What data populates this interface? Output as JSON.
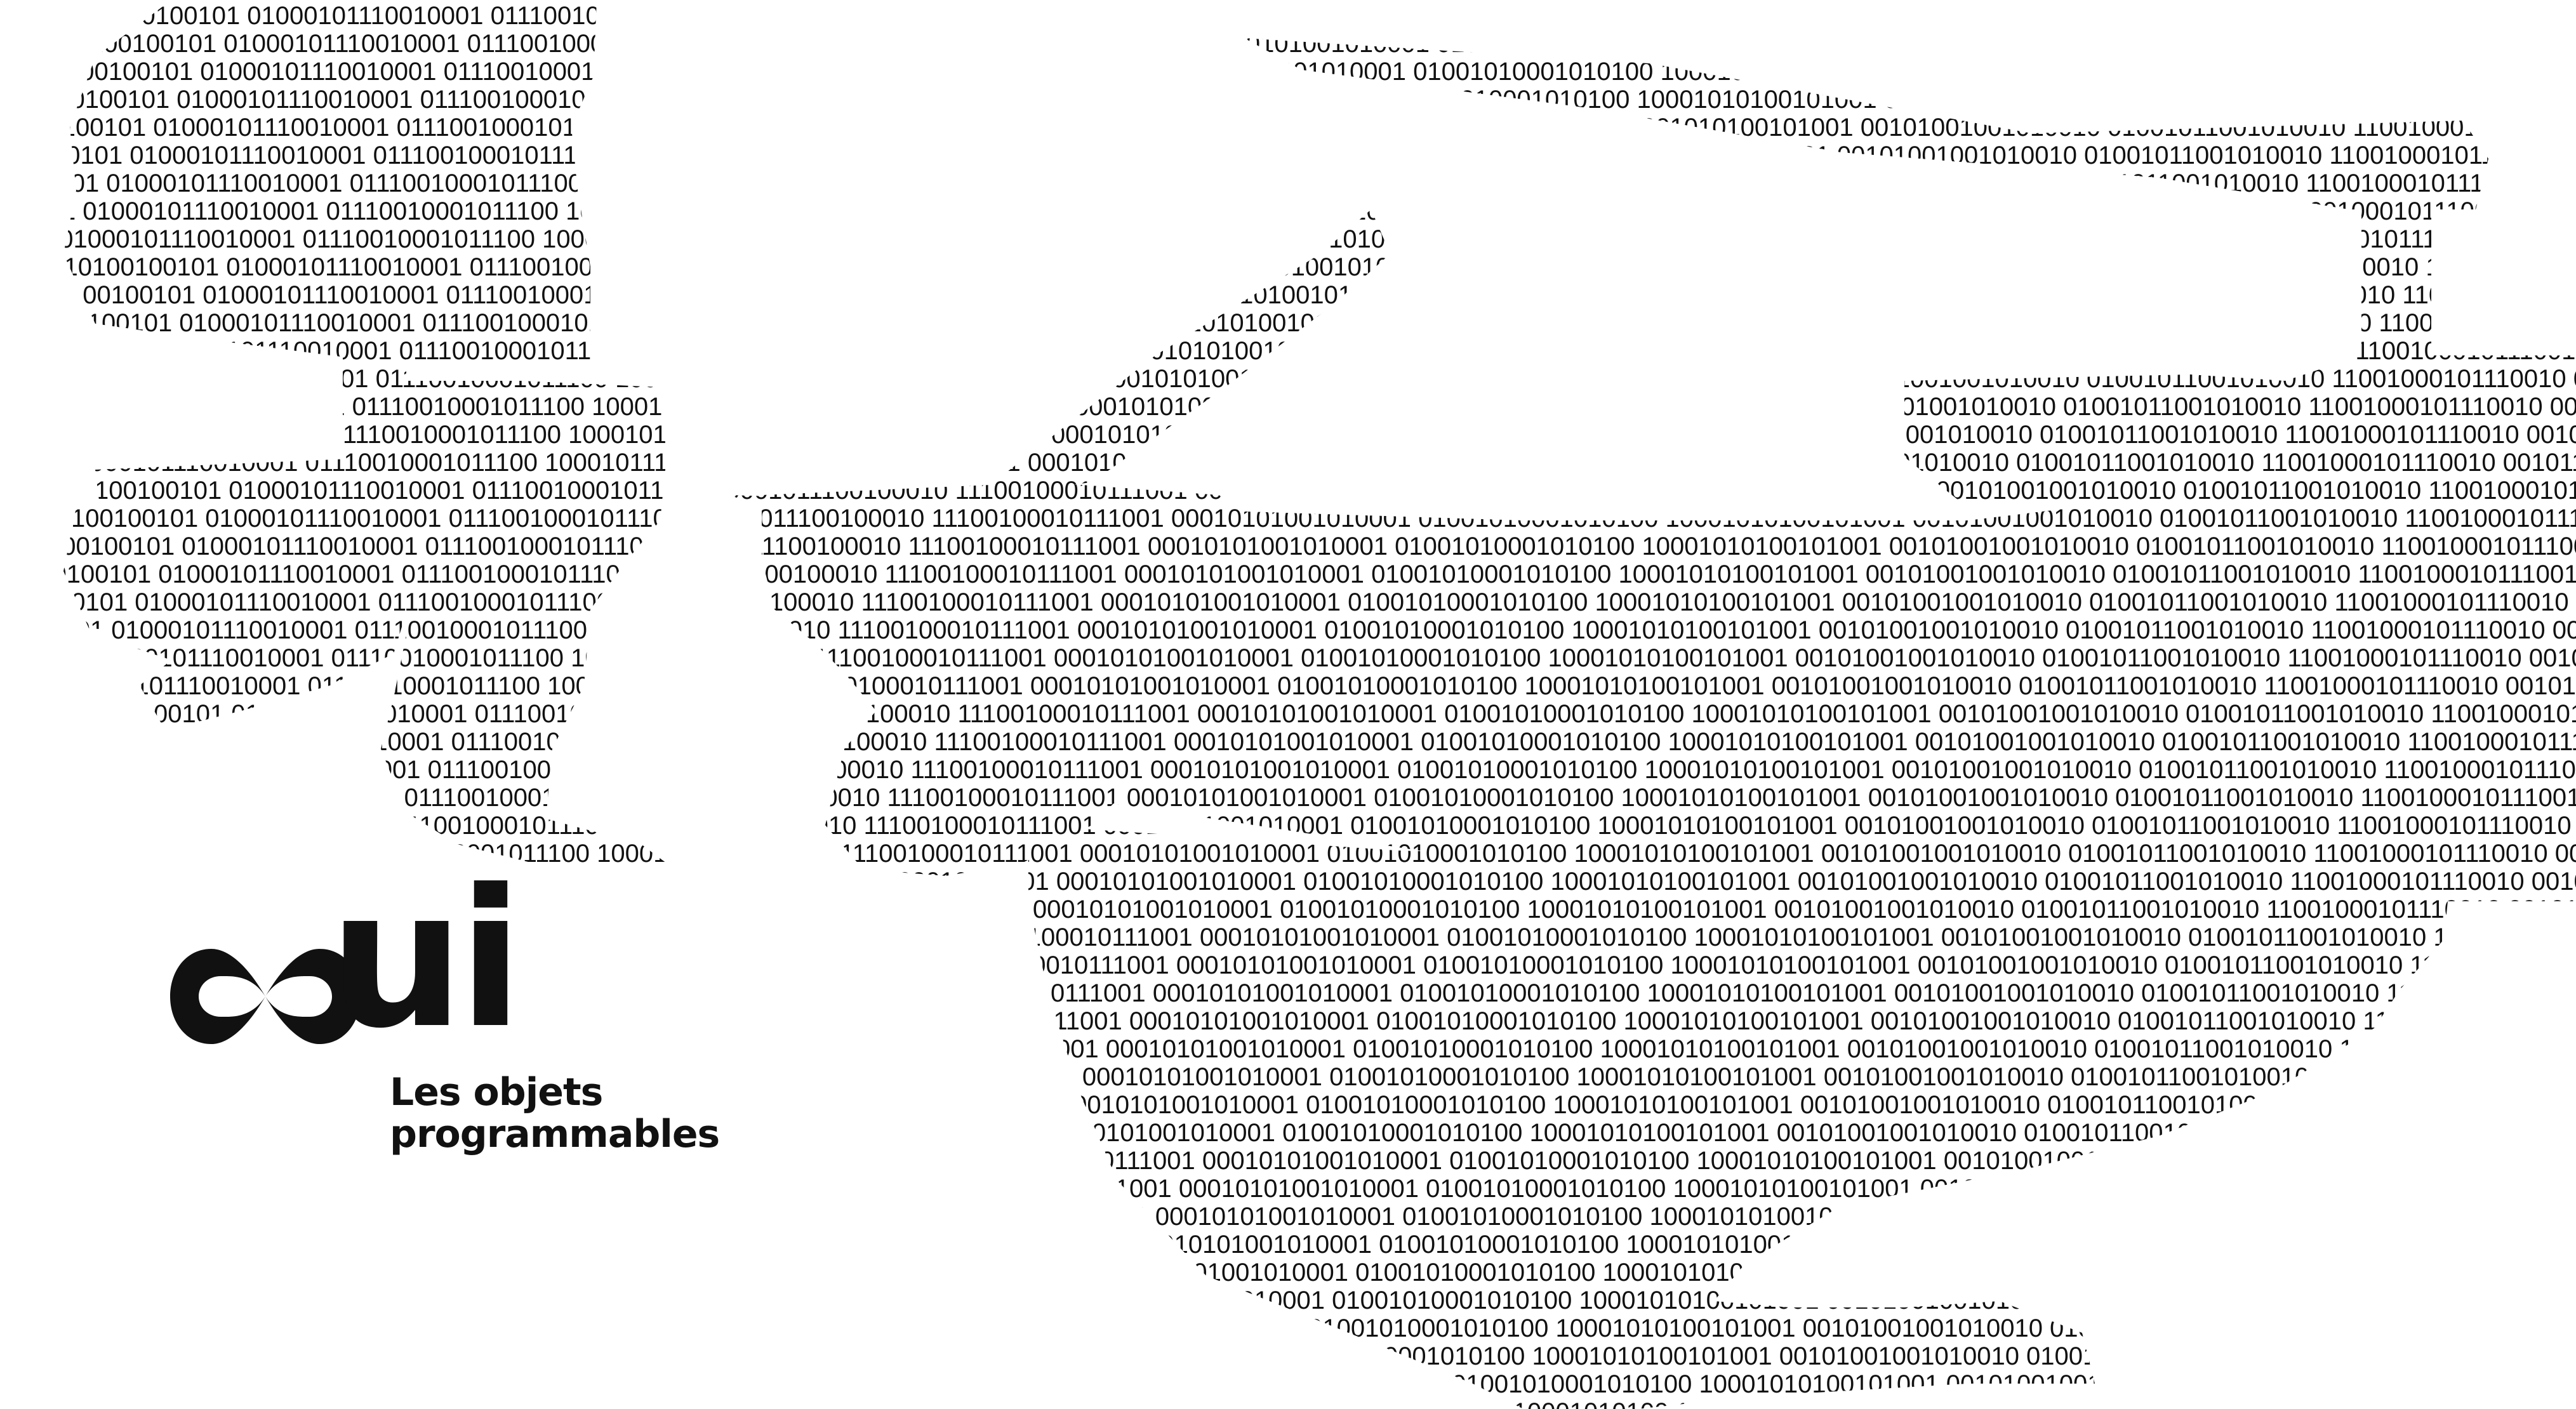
{
  "artwork": {
    "binary_pattern": "01010010100100101 01000101110010001 01110010001011100 10001011100100010 11100100010111001 00010101001010001 01001010001010100 10001010100101001 00101001001010010 01001011001010010 11001000101110010 00101110010001011 10010001011100100 01010100101000101 00101000101010010 0010101",
    "ink_color": "#111111",
    "paper_color": "#ffffff"
  },
  "logo": {
    "symbol": "∞",
    "symbol_icon": "infinity-icon",
    "word": "ui",
    "tagline_line1": "Les objets",
    "tagline_line2": "programmables",
    "color": "#111111"
  }
}
